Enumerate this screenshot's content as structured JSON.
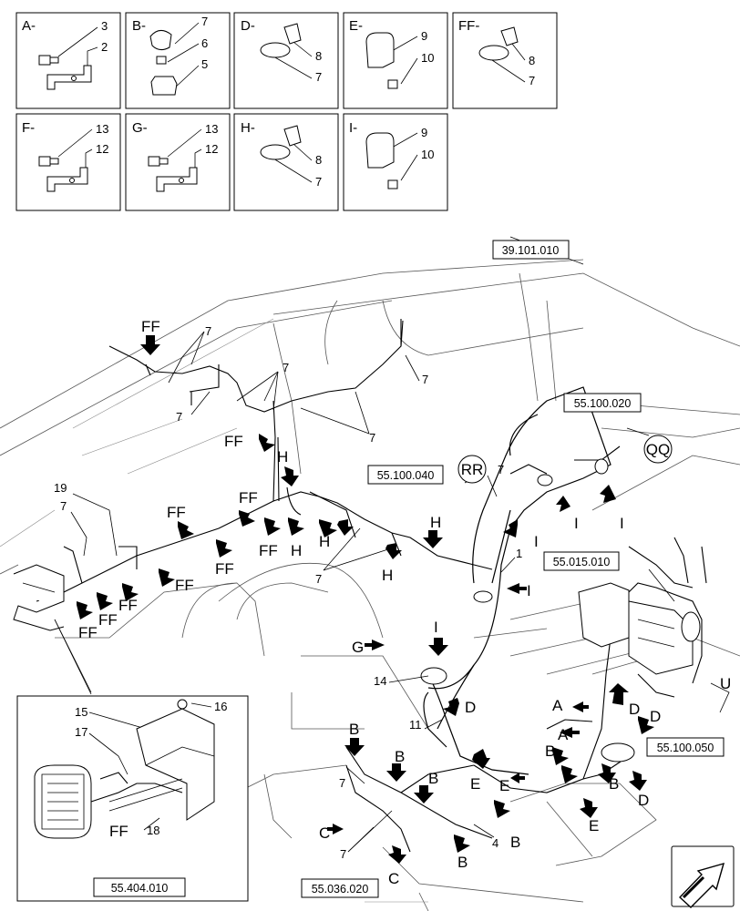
{
  "detail_boxes": [
    {
      "title": "A-",
      "callouts": [
        "3",
        "2"
      ]
    },
    {
      "title": "B-",
      "callouts": [
        "7",
        "6",
        "5"
      ]
    },
    {
      "title": "D-",
      "callouts": [
        "8",
        "7"
      ]
    },
    {
      "title": "E-",
      "callouts": [
        "9",
        "10"
      ]
    },
    {
      "title": "FF-",
      "callouts": [
        "8",
        "7"
      ]
    },
    {
      "title": "F-",
      "callouts": [
        "13",
        "12"
      ]
    },
    {
      "title": "G-",
      "callouts": [
        "13",
        "12"
      ]
    },
    {
      "title": "H-",
      "callouts": [
        "8",
        "7"
      ]
    },
    {
      "title": "I-",
      "callouts": [
        "9",
        "10"
      ]
    }
  ],
  "references": {
    "ref_39_101_010": "39.101.010",
    "ref_55_100_020": "55.100.020",
    "ref_55_100_040": "55.100.040",
    "ref_55_015_010": "55.015.010",
    "ref_55_100_050": "55.100.050",
    "ref_55_036_020": "55.036.020",
    "ref_55_404_010": "55.404.010"
  },
  "circled": {
    "rr": "RR",
    "qq": "QQ"
  },
  "inset": {
    "callouts": [
      "15",
      "16",
      "17",
      "18"
    ],
    "label": "FF"
  },
  "labels": {
    "ff": "FF",
    "h": "H",
    "i": "I",
    "g": "G",
    "e": "E",
    "d": "D",
    "b": "B",
    "c": "C",
    "a": "A",
    "u": "U",
    "n1": "1",
    "n4": "4",
    "n7": "7",
    "n11": "11",
    "n14": "14",
    "n19": "19"
  },
  "main_labels": [
    {
      "key": "ff_top",
      "text": "FF"
    },
    {
      "key": "ff_mid1",
      "text": "FF"
    },
    {
      "key": "ff_mid2",
      "text": "FF"
    },
    {
      "key": "ff_mid3",
      "text": "FF"
    },
    {
      "key": "ff_mid4",
      "text": "FF"
    },
    {
      "key": "ff_mid5",
      "text": "FF"
    },
    {
      "key": "ff_left1",
      "text": "FF"
    },
    {
      "key": "ff_left2",
      "text": "FF"
    },
    {
      "key": "ff_left3",
      "text": "FF"
    },
    {
      "key": "ff_left4",
      "text": "FF"
    }
  ]
}
